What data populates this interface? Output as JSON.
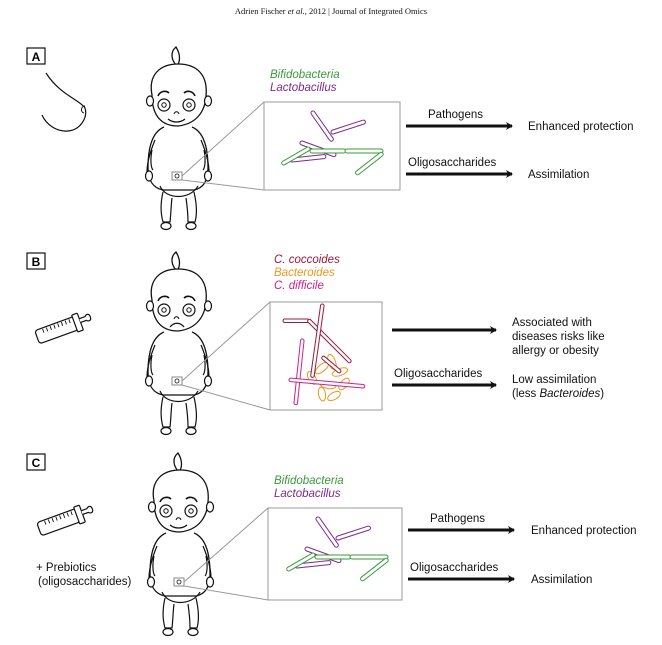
{
  "header": {
    "author": "Adrien Fischer",
    "etal": "et al.",
    "rest": ", 2012 | Journal of Integrated Omics"
  },
  "colors": {
    "bifidobacteria": "#3a9a3a",
    "lactobacillus": "#7a2a8a",
    "c_coccoides": "#9a1a3a",
    "bacteroides": "#e89a20",
    "c_difficile": "#d0208a",
    "line": "#111111",
    "zoom_line": "#999999"
  },
  "panels": [
    {
      "label": "A",
      "feeding_icon": "breast-icon",
      "baby_expression": "smiling",
      "bacteria_labels": [
        {
          "text": "Bifidobacteria",
          "color_key": "bifidobacteria"
        },
        {
          "text": "Lactobacillus",
          "color_key": "lactobacillus"
        }
      ],
      "outcomes": [
        {
          "arrow_label": "Pathogens",
          "result": "Enhanced protection"
        },
        {
          "arrow_label": "Oligosaccharides",
          "result": "Assimilation"
        }
      ]
    },
    {
      "label": "B",
      "feeding_icon": "bottle-icon",
      "baby_expression": "sad",
      "bacteria_labels": [
        {
          "text": "C. coccoides",
          "color_key": "c_coccoides"
        },
        {
          "text": "Bacteroides",
          "color_key": "bacteroides"
        },
        {
          "text": "C. difficile",
          "color_key": "c_difficile"
        }
      ],
      "outcomes": [
        {
          "arrow_label": "",
          "result_lines": [
            "Associated with",
            "diseases risks like",
            "allergy or obesity"
          ]
        },
        {
          "arrow_label": "Oligosaccharides",
          "result_lines": [
            "Low assimilation",
            "(less ",
            "Bacteroides",
            ")"
          ]
        }
      ]
    },
    {
      "label": "C",
      "feeding_icon": "bottle-icon",
      "feeding_note_lines": [
        "+ Prebiotics",
        "(oligosaccharides)"
      ],
      "baby_expression": "smiling",
      "bacteria_labels": [
        {
          "text": "Bifidobacteria",
          "color_key": "bifidobacteria"
        },
        {
          "text": "Lactobacillus",
          "color_key": "lactobacillus"
        }
      ],
      "outcomes": [
        {
          "arrow_label": "Pathogens",
          "result": "Enhanced protection"
        },
        {
          "arrow_label": "Oligosaccharides",
          "result": "Assimilation"
        }
      ]
    }
  ]
}
